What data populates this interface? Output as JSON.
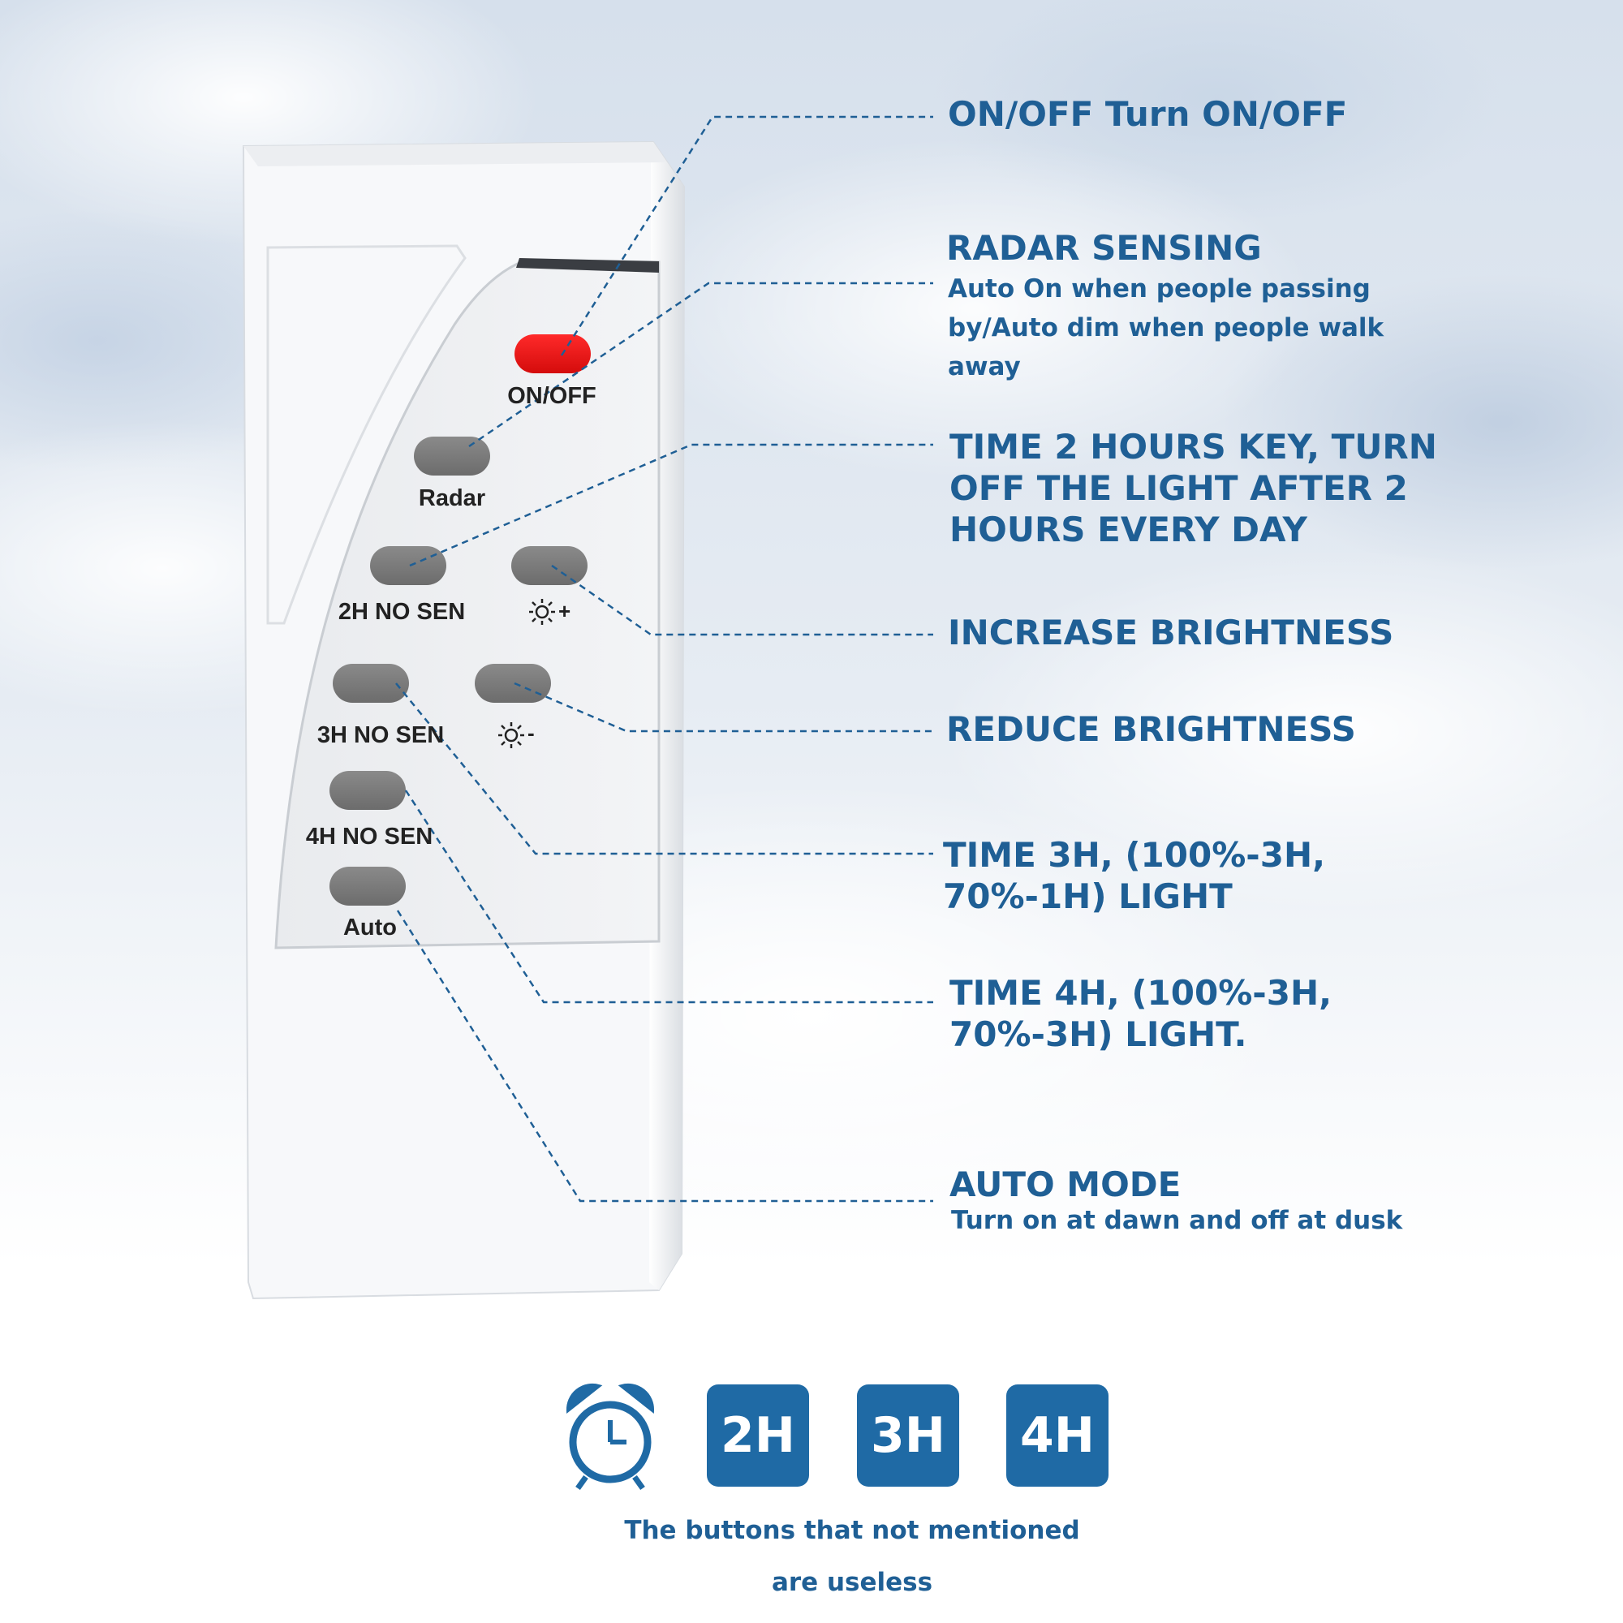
{
  "remote": {
    "buttons": [
      {
        "id": "onoff",
        "label": "ON/OFF"
      },
      {
        "id": "radar",
        "label": "Radar"
      },
      {
        "id": "2h",
        "label": "2H NO SEN"
      },
      {
        "id": "bright-up",
        "label": "+"
      },
      {
        "id": "3h",
        "label": "3H NO SEN"
      },
      {
        "id": "bright-down",
        "label": "-"
      },
      {
        "id": "4h",
        "label": "4H NO SEN"
      },
      {
        "id": "auto",
        "label": "Auto"
      }
    ]
  },
  "annotations": {
    "onoff": {
      "title": "ON/OFF  Turn ON/OFF"
    },
    "radar": {
      "title": "RADAR SENSING",
      "desc_lines": [
        "Auto On when people passing",
        "by/Auto dim when people walk",
        "away"
      ]
    },
    "time2h": {
      "lines": [
        "TIME 2 HOURS KEY, TURN",
        "OFF THE LIGHT AFTER 2",
        "HOURS EVERY DAY"
      ]
    },
    "increase": {
      "title": "INCREASE BRIGHTNESS"
    },
    "reduce": {
      "title": "REDUCE BRIGHTNESS"
    },
    "time3h": {
      "lines": [
        "TIME 3H, (100%-3H,",
        "70%-1H) LIGHT"
      ]
    },
    "time4h": {
      "lines": [
        "TIME 4H, (100%-3H,",
        "70%-3H) LIGHT."
      ]
    },
    "auto": {
      "title": "AUTO MODE",
      "desc": "Turn on at dawn and off at dusk"
    }
  },
  "footer": {
    "icons": [
      {
        "name": "alarm-clock-icon"
      },
      {
        "name": "2h-icon",
        "label": "2H"
      },
      {
        "name": "3h-icon",
        "label": "3H"
      },
      {
        "name": "4h-icon",
        "label": "4H"
      }
    ],
    "line1": "The buttons that not mentioned",
    "line2": "are useless"
  },
  "colors": {
    "accent_blue": "#1f5f95",
    "icon_blue": "#1f6aa5",
    "power_button_red": "#e8141a",
    "button_gray": "#7d7d7d"
  }
}
